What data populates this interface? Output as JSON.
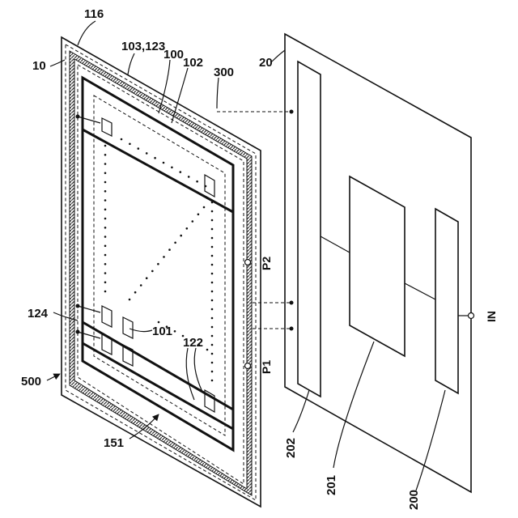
{
  "labels": {
    "l116": "116",
    "l103_123": "103,123",
    "l10": "10",
    "l100": "100",
    "l102": "102",
    "l300": "300",
    "l20": "20",
    "lP2": "P2",
    "lP1": "P1",
    "l124": "124",
    "l101": "101",
    "l122": "122",
    "l500": "500",
    "l151": "151",
    "lIN": "IN",
    "l202": "202",
    "l201": "201",
    "l200": "200"
  },
  "colors": {
    "line": "#111111",
    "hatch": "#555555",
    "background": "#ffffff"
  }
}
